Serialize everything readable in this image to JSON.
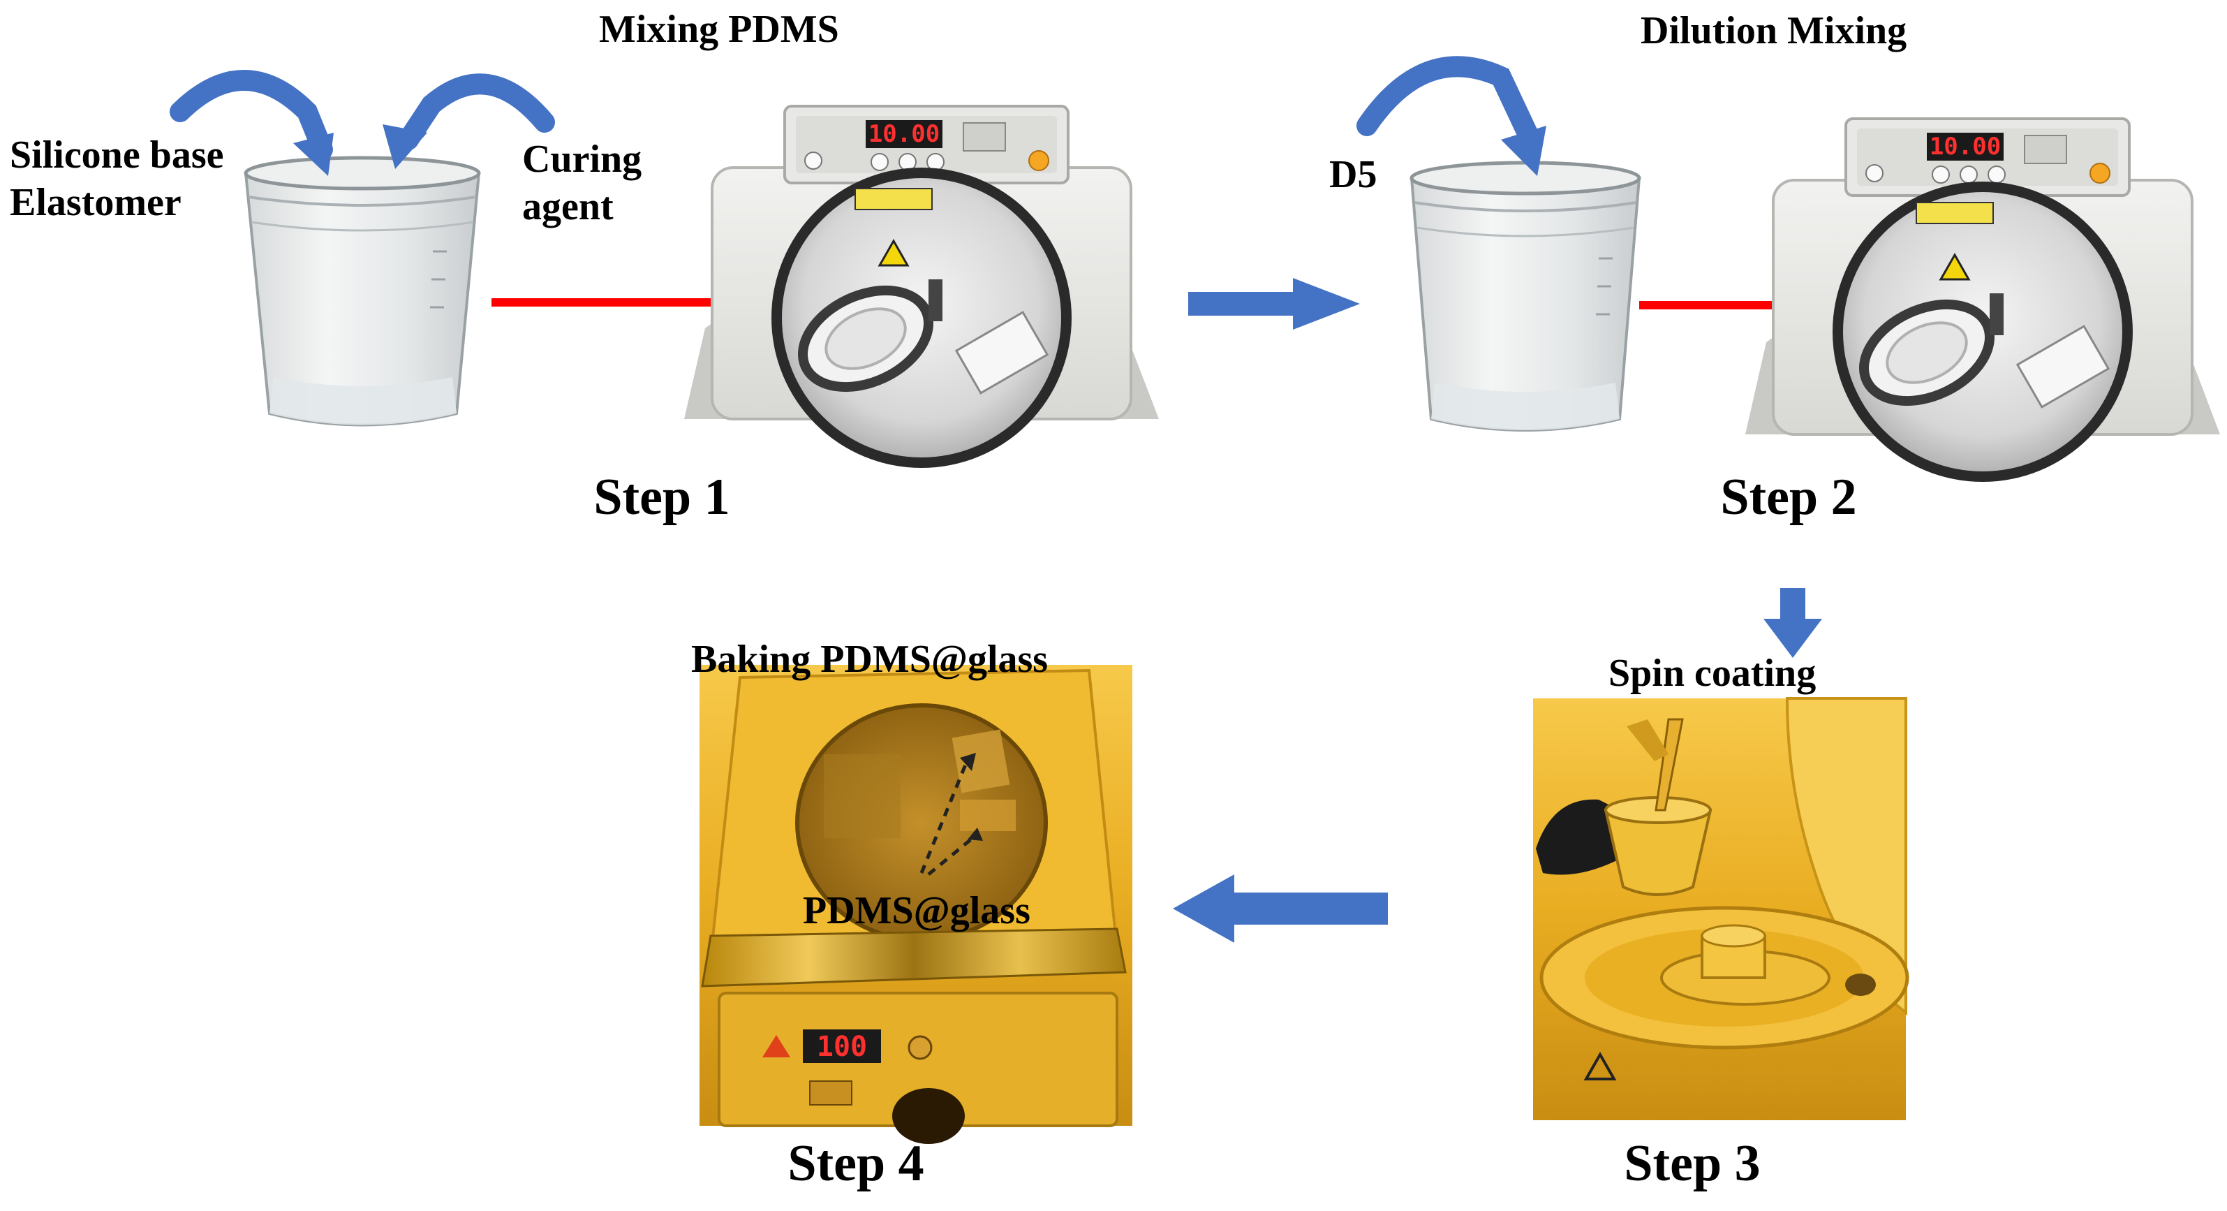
{
  "labels": {
    "mixing_pdms": "Mixing  PDMS",
    "silicone_line1": "Silicone base",
    "silicone_line2": "Elastomer",
    "curing_line1": "Curing",
    "curing_line2": "agent",
    "dilution_mixing": "Dilution  Mixing",
    "d5": "D5",
    "spin_coating": "Spin  coating",
    "baking": "Baking PDMS@glass",
    "pdms_glass": "PDMS@glass"
  },
  "steps": {
    "step1": "Step 1",
    "step2": "Step 2",
    "step3": "Step 3",
    "step4": "Step 4"
  },
  "displays": {
    "mixer1": "10.00",
    "mixer2": "10.00",
    "hotplate": "100"
  },
  "colors": {
    "blue_arrow": "#4472c4",
    "red_arrow": "#ff0000",
    "amber_light": "#f2b82a"
  }
}
